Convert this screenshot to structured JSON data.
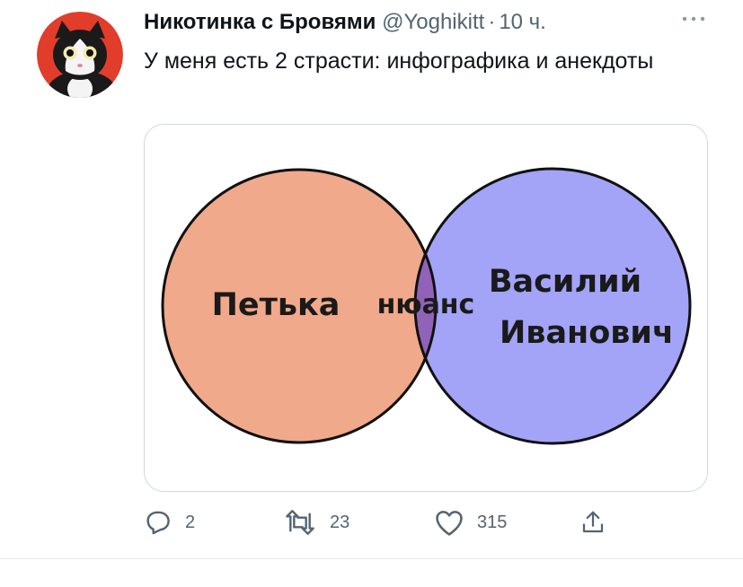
{
  "tweet": {
    "author_name": "Никотинка с Бровями",
    "handle": "@Yoghikitt",
    "separator": "·",
    "time": "10 ч.",
    "more_icon": "more-icon",
    "text": "У меня есть 2 страсти: инфографика и анекдоты"
  },
  "venn": {
    "left_label": "Петька",
    "center_label": "нюанс",
    "right_label_line1": "Василий",
    "right_label_line2": "Иванович",
    "colors": {
      "left": "#f0a98a",
      "right": "#a3a3f7",
      "overlap": "#9063b8",
      "outline": "#111111"
    }
  },
  "actions": {
    "reply": {
      "icon": "reply-icon",
      "count": "2"
    },
    "retweet": {
      "icon": "retweet-icon",
      "count": "23"
    },
    "like": {
      "icon": "heart-icon",
      "count": "315"
    },
    "share": {
      "icon": "share-icon"
    }
  }
}
